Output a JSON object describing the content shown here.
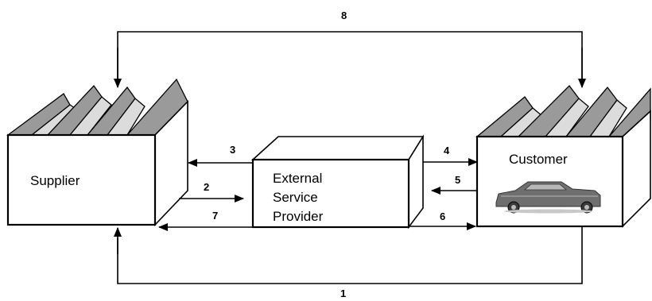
{
  "nodes": {
    "supplier": {
      "label": "Supplier"
    },
    "provider": {
      "lines": [
        "External",
        "Service",
        "Provider"
      ]
    },
    "customer": {
      "label": "Customer"
    }
  },
  "flows": {
    "f1": "1",
    "f2": "2",
    "f3": "3",
    "f4": "4",
    "f5": "5",
    "f6": "6",
    "f7": "7",
    "f8": "8"
  }
}
